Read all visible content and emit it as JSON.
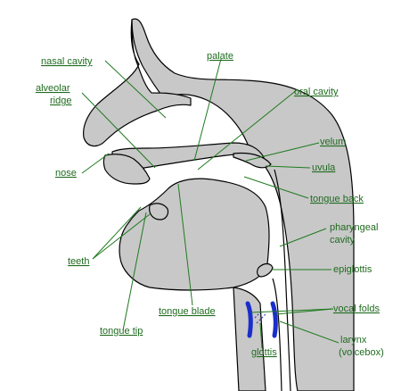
{
  "labels": {
    "nasal_cavity": "nasal cavity",
    "alveolar_ridge_1": "alveolar",
    "alveolar_ridge_2": "ridge",
    "nose": "nose",
    "teeth": "teeth",
    "tongue_tip": "tongue tip",
    "tongue_blade": "tongue blade",
    "palate": "palate",
    "oral_cavity": "oral cavity",
    "velum": "velum",
    "uvula": "uvula",
    "tongue_back": "tongue back",
    "pharyngeal_cavity_1": "pharyngeal",
    "pharyngeal_cavity_2": "cavity",
    "epiglottis": "epiglottis",
    "vocal_folds": "vocal folds",
    "glottis": "glottis",
    "larynx_1": "larynx",
    "larynx_2": "(voicebox)"
  },
  "colors": {
    "tissue": "#c8c8c8",
    "label": "#1f6b1f",
    "vocal_folds": "#1a2ecc"
  }
}
